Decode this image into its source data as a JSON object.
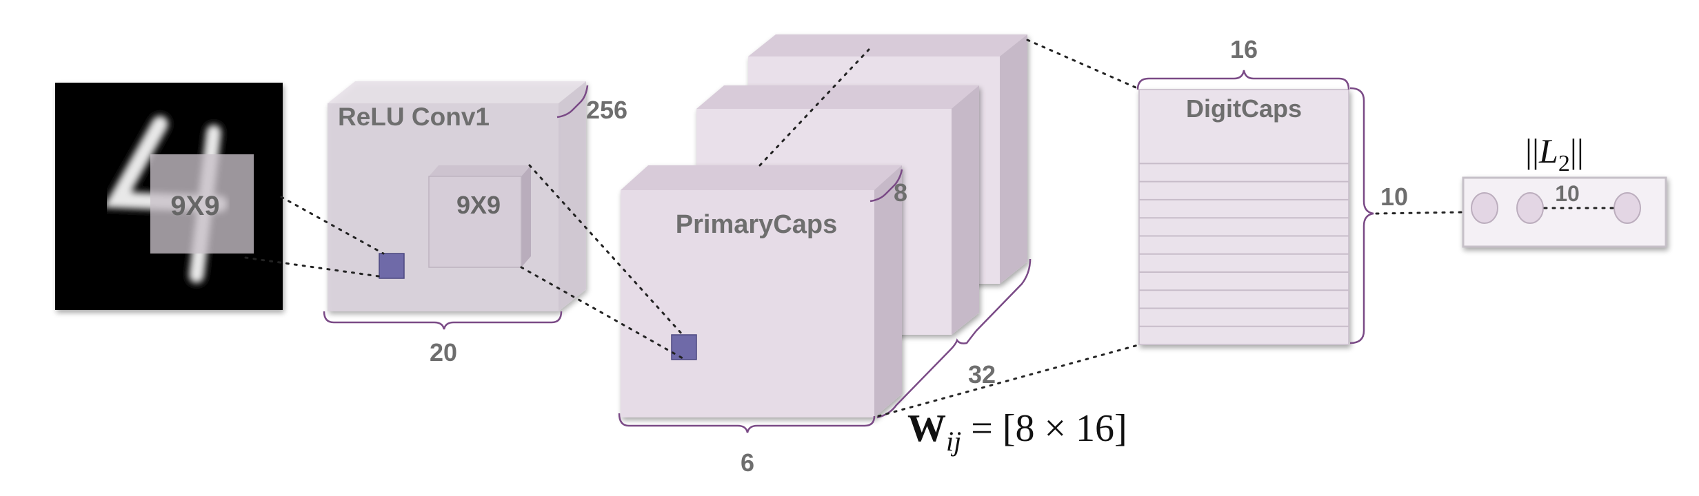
{
  "input": {
    "kernel_label": "9X9"
  },
  "conv1": {
    "title": "ReLU Conv1",
    "kernel_label": "9X9",
    "depth_label": "256",
    "width_label": "20"
  },
  "primary_caps": {
    "title": "PrimaryCaps",
    "depth_label": "8",
    "count_label": "32",
    "width_label": "6"
  },
  "weight_label": {
    "symbol": "W",
    "subscript": "ij",
    "equation": " = [8 × 16]"
  },
  "digit_caps": {
    "title": "DigitCaps",
    "width_label": "16",
    "height_label": "10",
    "row_count": 10
  },
  "output": {
    "norm_open": "||",
    "norm_symbol": "L",
    "norm_subscript": "2",
    "norm_close": "||",
    "connector_label": "10",
    "circle_count": 3
  },
  "colors": {
    "front_face": "#e6dce7",
    "side_face": "#c8bcc9",
    "top_face": "#d6c9d7",
    "unit_square": "#6f6aa8",
    "bracket": "#7a4a86",
    "conv_face": "#d8d0da"
  }
}
